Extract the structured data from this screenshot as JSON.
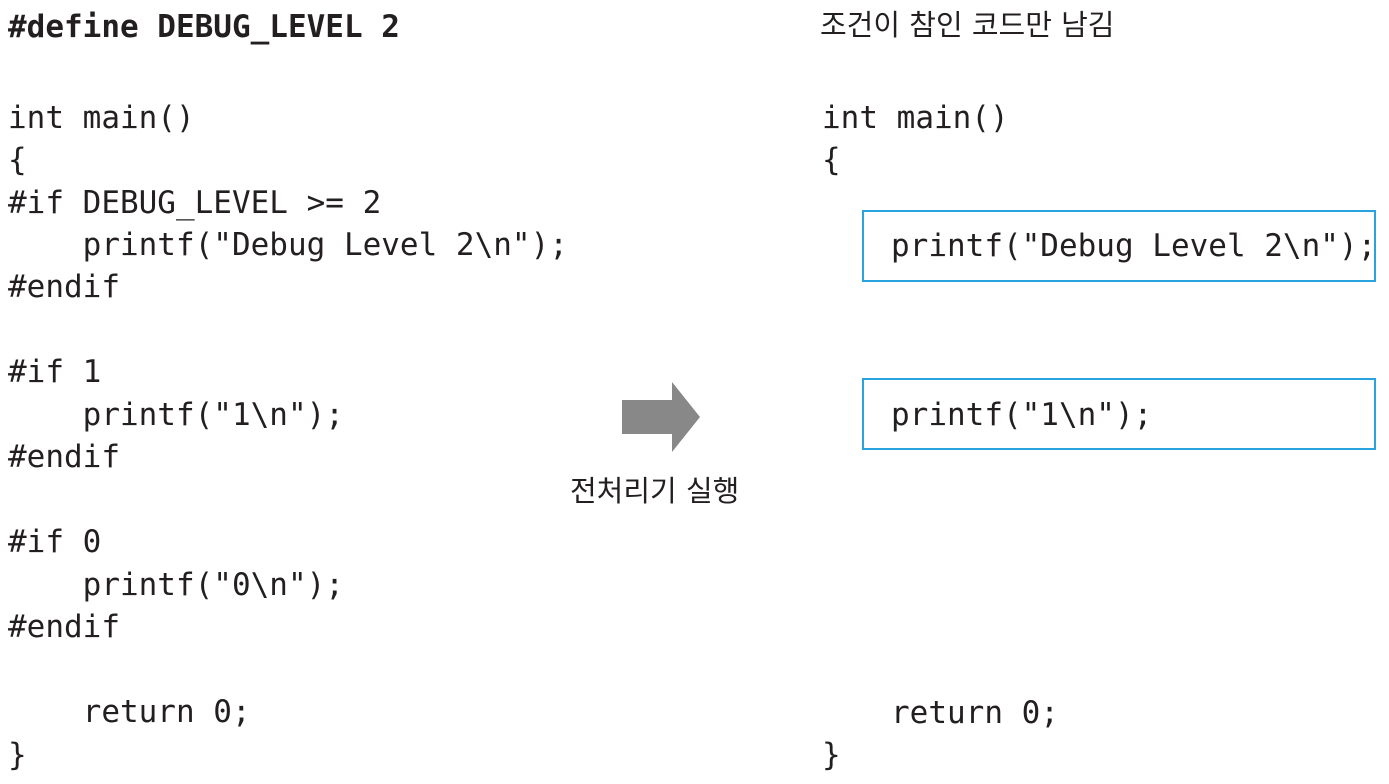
{
  "source": {
    "lines": [
      "#define DEBUG_LEVEL 2",
      "int main()",
      "{",
      "#if DEBUG_LEVEL >= 2",
      "    printf(\"Debug Level 2\\n\");",
      "#endif",
      "#if 1",
      "    printf(\"1\\n\");",
      "#endif",
      "#if 0",
      "    printf(\"0\\n\");",
      "#endif",
      "    return 0;",
      "}"
    ]
  },
  "arrow": {
    "label": "전처리기 실행",
    "color": "#888888"
  },
  "result": {
    "title": "조건이 참인 코드만 남김",
    "lines": [
      "int main()",
      "{",
      "printf(\"Debug Level 2\\n\");",
      "printf(\"1\\n\");",
      "return 0;",
      "}"
    ],
    "box_color": "#29a3dd"
  }
}
